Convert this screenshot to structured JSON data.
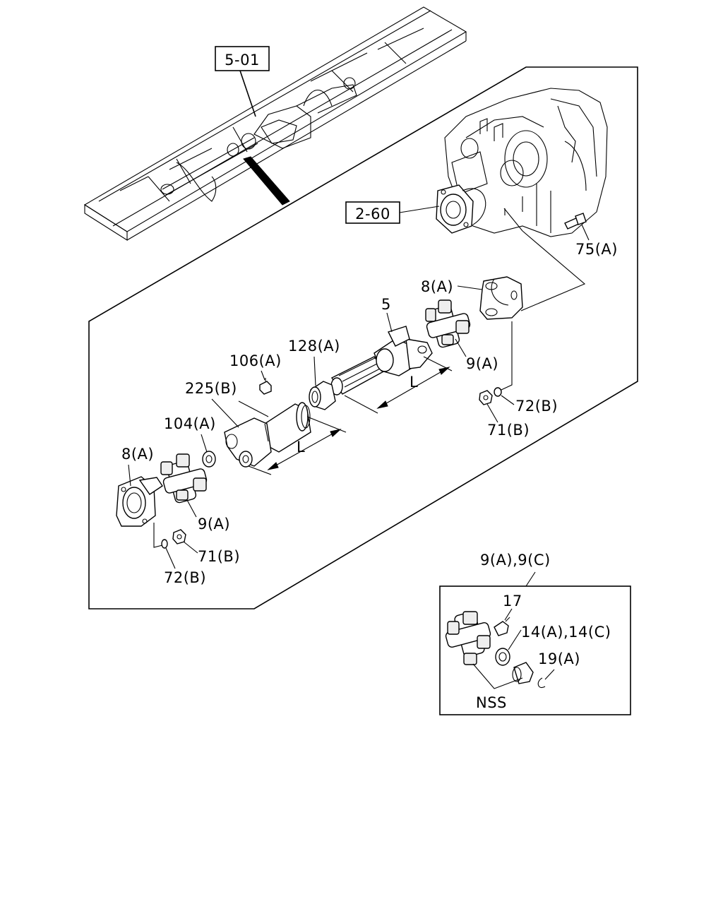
{
  "references": {
    "frame_ref": "5-01",
    "transmission_ref": "2-60"
  },
  "callouts": {
    "bolt_75a": "75(A)",
    "flange_yoke_top": "8(A)",
    "shaft_5": "5",
    "spider_top": "9(A)",
    "dust_cover_128a": "128(A)",
    "grease_nipple_106a": "106(A)",
    "sleeve_yoke_225b": "225(B)",
    "plug_104a": "104(A)",
    "flange_yoke_bottom": "8(A)",
    "spider_bottom": "9(A)",
    "washer_72b_top": "72(B)",
    "nut_71b_top": "71(B)",
    "nut_71b_bottom": "71(B)",
    "washer_72b_bottom": "72(B)",
    "length_upper": "L",
    "length_lower": "L"
  },
  "detail_box": {
    "title": "9(A),9(C)",
    "grease_fitting": "17",
    "bearing": "14(A),14(C)",
    "snap_ring": "19(A)",
    "nss": "NSS"
  }
}
